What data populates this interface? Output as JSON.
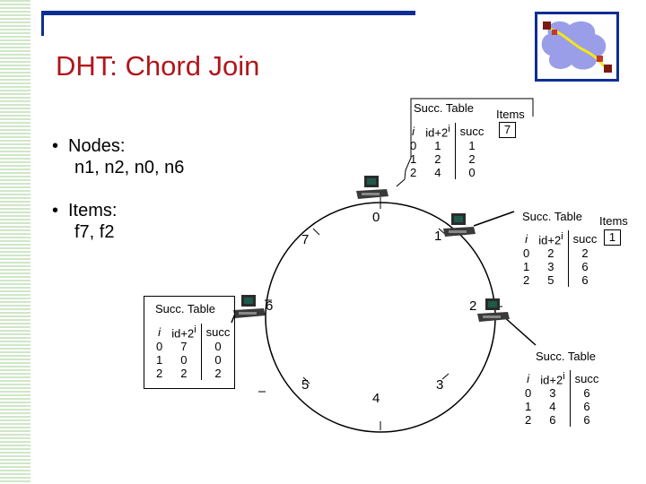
{
  "slide": {
    "title": "DHT: Chord Join",
    "bullets": [
      {
        "label": "Nodes:",
        "detail": "n1, n2, n0, n6"
      },
      {
        "label": "Items:",
        "detail": "f7, f2"
      }
    ],
    "bullet_glyph": "•"
  },
  "ring": {
    "ids": [
      "0",
      "1",
      "2",
      "3",
      "4",
      "5",
      "6",
      "7"
    ]
  },
  "tables": {
    "n1": {
      "title": "Succ. Table",
      "header": {
        "i": "i",
        "id": "id+2",
        "sup": "i",
        "succ": "succ"
      },
      "rows": [
        [
          "0",
          "1",
          "1"
        ],
        [
          "1",
          "2",
          "2"
        ],
        [
          "2",
          "4",
          "0"
        ]
      ],
      "items_label": "Items",
      "items": "7"
    },
    "n0": {
      "title": "Succ. Table",
      "header": {
        "i": "i",
        "id": "id+2",
        "sup": "i",
        "succ": "succ"
      },
      "rows": [
        [
          "0",
          "2",
          "2"
        ],
        [
          "1",
          "3",
          "6"
        ],
        [
          "2",
          "5",
          "6"
        ]
      ],
      "items_label": "Items",
      "items": "1"
    },
    "n6": {
      "title": "Succ. Table",
      "header": {
        "i": "i",
        "id": "id+2",
        "sup": "i",
        "succ": "succ"
      },
      "rows": [
        [
          "0",
          "7",
          "0"
        ],
        [
          "1",
          "0",
          "0"
        ],
        [
          "2",
          "2",
          "2"
        ]
      ]
    },
    "n2": {
      "title": "Succ. Table",
      "header": {
        "i": "i",
        "id": "id+2",
        "sup": "i",
        "succ": "succ"
      },
      "rows": [
        [
          "0",
          "3",
          "6"
        ],
        [
          "1",
          "4",
          "6"
        ],
        [
          "2",
          "6",
          "6"
        ]
      ]
    }
  },
  "colors": {
    "title": "#b0161b",
    "accent_bar": "#0d2e94",
    "stripe": "#cfe6c8",
    "logo_blob": "#9a9de8",
    "logo_path": "#f2e61c",
    "logo_node": "#7a1a12"
  },
  "icons": {
    "node": "computer-icon",
    "logo": "network-cloud-icon"
  }
}
